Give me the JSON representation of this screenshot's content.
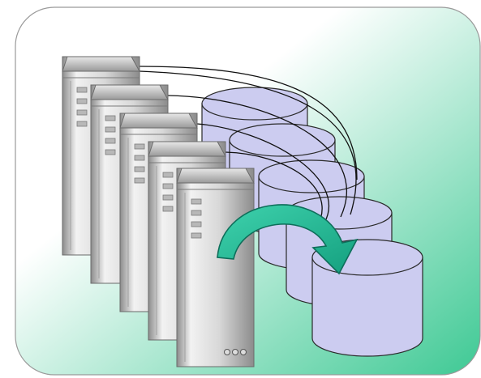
{
  "diagram": {
    "panel": {
      "gradient_start": "#ffffff",
      "gradient_end": "#3ec994",
      "border_color": "#9a9a9a"
    },
    "servers": {
      "count": 5,
      "body_light": "#f2f2f2",
      "body_dark": "#8c8c8c",
      "indicator_icon": "three-dot-leds"
    },
    "storage_cylinders": {
      "count": 5,
      "fill": "#ccccf0",
      "stroke": "#2a2a2a"
    },
    "connection_lines": {
      "count": 5,
      "color": "#111111"
    },
    "failover_arrow": {
      "icon": "curved-arrow-icon",
      "fill": "#1fb493",
      "stroke": "#0e6e5a"
    }
  }
}
